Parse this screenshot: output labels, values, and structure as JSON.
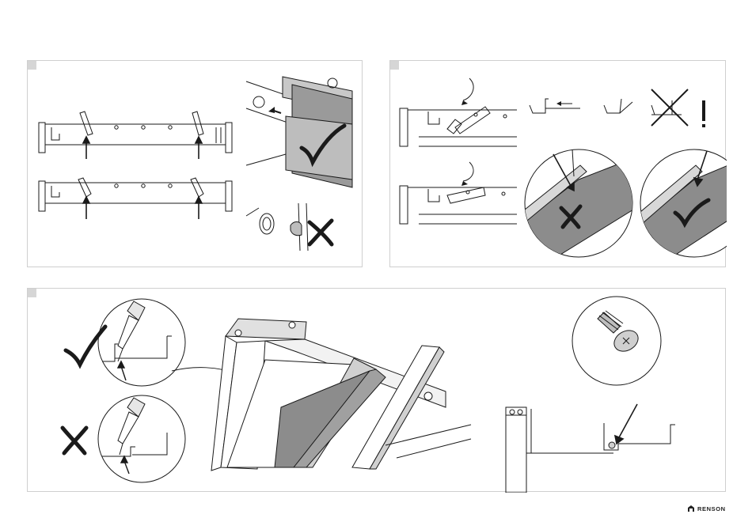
{
  "figure": {
    "panels": [
      {
        "id": "step-1",
        "verdicts": [
          "correct",
          "wrong"
        ]
      },
      {
        "id": "step-2",
        "verdicts": [
          "wrong",
          "correct"
        ],
        "warning": "!"
      },
      {
        "id": "step-3",
        "verdicts": [
          "correct",
          "wrong"
        ]
      }
    ],
    "icons": [
      "check-icon",
      "cross-icon",
      "arrow-icon",
      "screw-icon",
      "warning-icon",
      "renson-logo"
    ]
  },
  "brand": {
    "logo_text": "RENSON",
    "color": "#222222"
  },
  "colors": {
    "line": "#1a1a1a",
    "gray_fill": "#8c8c8c",
    "light_gray": "#c8c8c8",
    "panel_border": "#cfcfcf"
  }
}
